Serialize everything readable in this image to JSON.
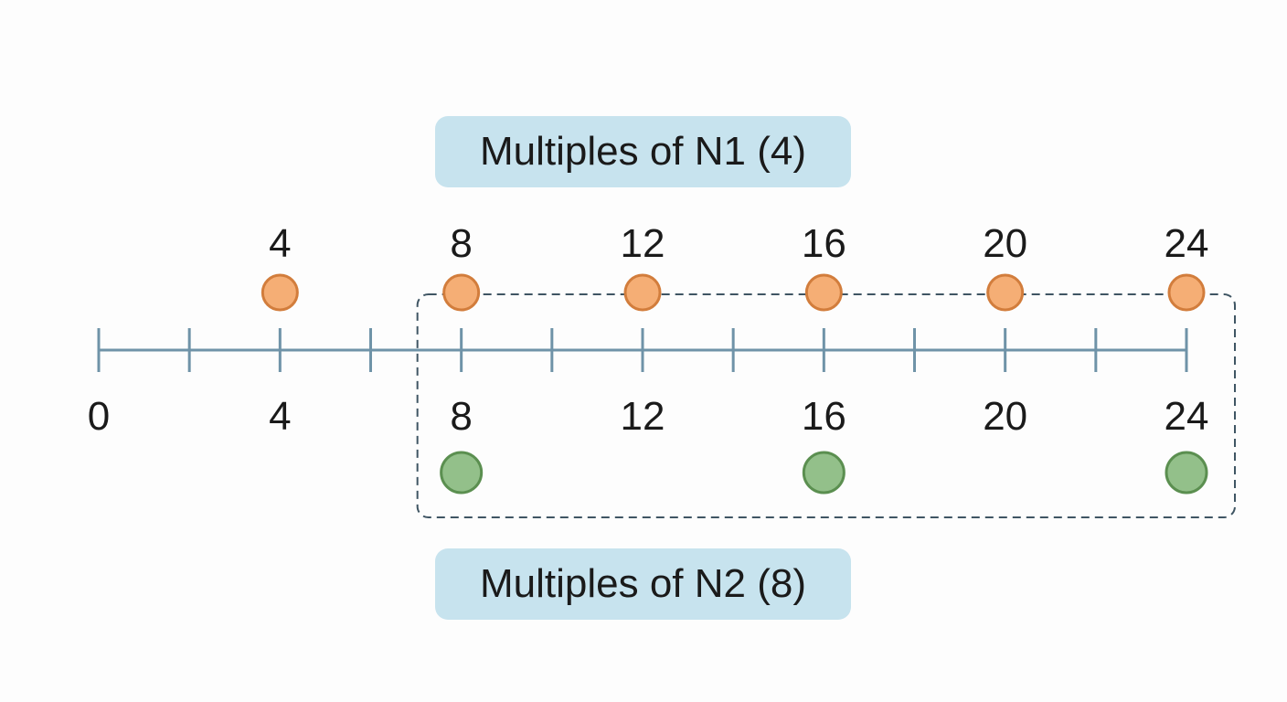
{
  "labels": {
    "n1_title": "Multiples of N1 (4)",
    "n2_title": "Multiples of N2 (8)"
  },
  "number_line": {
    "min": 0,
    "max": 24,
    "tick_step": 2,
    "tick_labels": [
      "0",
      "4",
      "8",
      "12",
      "16",
      "20",
      "24"
    ],
    "tick_label_values": [
      0,
      4,
      8,
      12,
      16,
      20,
      24
    ]
  },
  "n1": {
    "value": 4,
    "multiples": [
      4,
      8,
      12,
      16,
      20,
      24
    ],
    "labels": [
      "4",
      "8",
      "12",
      "16",
      "20",
      "24"
    ]
  },
  "n2": {
    "value": 8,
    "multiples": [
      8,
      16,
      24
    ]
  },
  "common_region": {
    "from": 8,
    "to": 24
  },
  "colors": {
    "axis": "#6f93a8",
    "n1_fill": "#f5ae75",
    "n1_stroke": "#d27d3c",
    "n2_fill": "#93c08a",
    "n2_stroke": "#5b8f50",
    "pill": "#c7e3ee",
    "dashed_box": "#3f5563",
    "text": "#1a1a1a"
  }
}
